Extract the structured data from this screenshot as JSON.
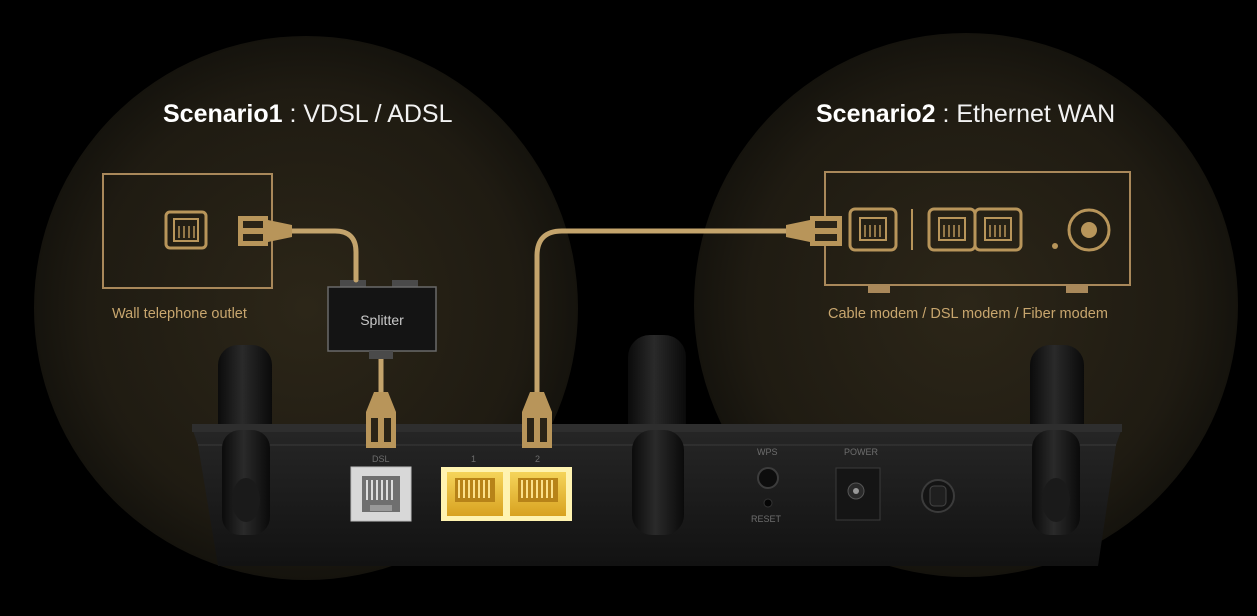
{
  "scenario1": {
    "title": "Scenario1",
    "subtitle": ": VDSL / ADSL"
  },
  "scenario2": {
    "title": "Scenario2",
    "subtitle": ": Ethernet WAN"
  },
  "labels": {
    "wall_outlet": "Wall telephone outlet",
    "splitter": "Splitter",
    "modem": "Cable modem / DSL modem /  Fiber modem"
  },
  "router_ports": {
    "dsl": "DSL",
    "lan1": "1",
    "lan2": "2",
    "wps": "WPS",
    "reset": "RESET",
    "power": "POWER"
  },
  "colors": {
    "background": "#000000",
    "gold": "#b8955a",
    "cable": "#c4a46c",
    "lan_port": "#e8b832",
    "spotlight": "#2a2417"
  }
}
